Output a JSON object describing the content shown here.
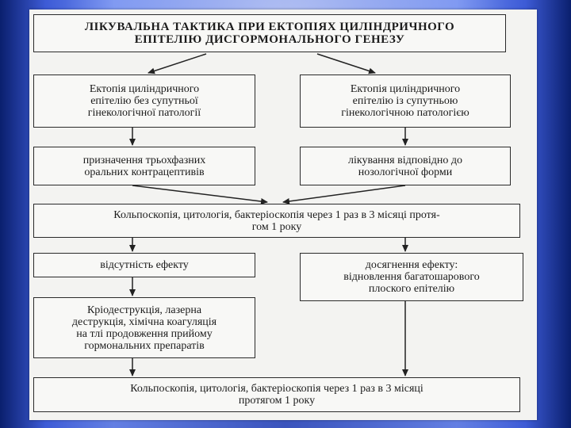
{
  "diagram": {
    "title": "ЛІКУВАЛЬНА ТАКТИКА ПРИ ЕКТОПІЯХ ЦИЛІНДРИЧНОГО\nЕПІТЕЛІЮ ДИСГОРМОНАЛЬНОГО ГЕНЕЗУ",
    "left_case": "Ектопія циліндричного\nепітелію без супутньої\nгінекологічної патології",
    "right_case": "Ектопія циліндричного\nепітелію із супутньою\nгінекологічною патологією",
    "left_treatment": "призначення трьохфазних\nоральних контрацептивів",
    "right_treatment": "лікування відповідно до\nнозологічної форми",
    "monitoring": "Кольпоскопія, цитологія, бактеріоскопія через 1 раз в 3 місяці протя-\nгом 1 року",
    "no_effect": "відсутність ефекту",
    "effect": "досягнення ефекту:\nвідновлення багатошарового\nплоского епітелію",
    "destruction": "Кріодеструкція, лазерна\nдеструкція, хімічна коагуляція\nна тлі продовження прийому\nгормональних препаратів",
    "final_monitoring": "Кольпоскопія, цитологія, бактеріоскопія через 1 раз в 3 місяці\nпротягом 1 року"
  }
}
